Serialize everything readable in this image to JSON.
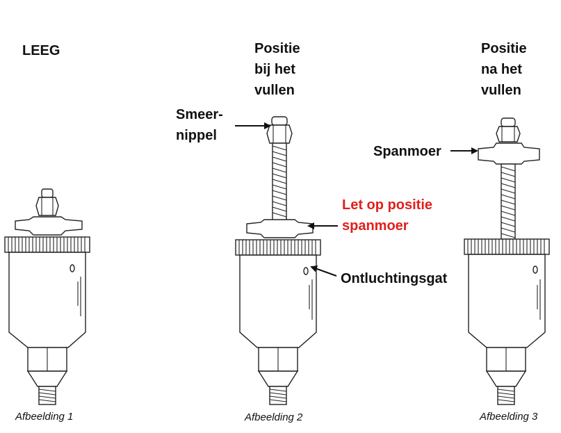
{
  "title_empty": "LEEG",
  "title_fill": [
    "Positie",
    "bij het",
    "vullen"
  ],
  "title_after": [
    "Positie",
    "na het",
    "vullen"
  ],
  "label_nipple": [
    "Smeer-",
    "nippel"
  ],
  "label_nut": "Spanmoer",
  "label_attention": [
    "Let op positie",
    "spanmoer"
  ],
  "label_vent": "Ontluchtingsgat",
  "caption_1": "Afbeelding 1",
  "caption_2": "Afbeelding 2",
  "caption_3": "Afbeelding 3",
  "colors": {
    "attention": "#e0201c",
    "line": "#222222"
  }
}
